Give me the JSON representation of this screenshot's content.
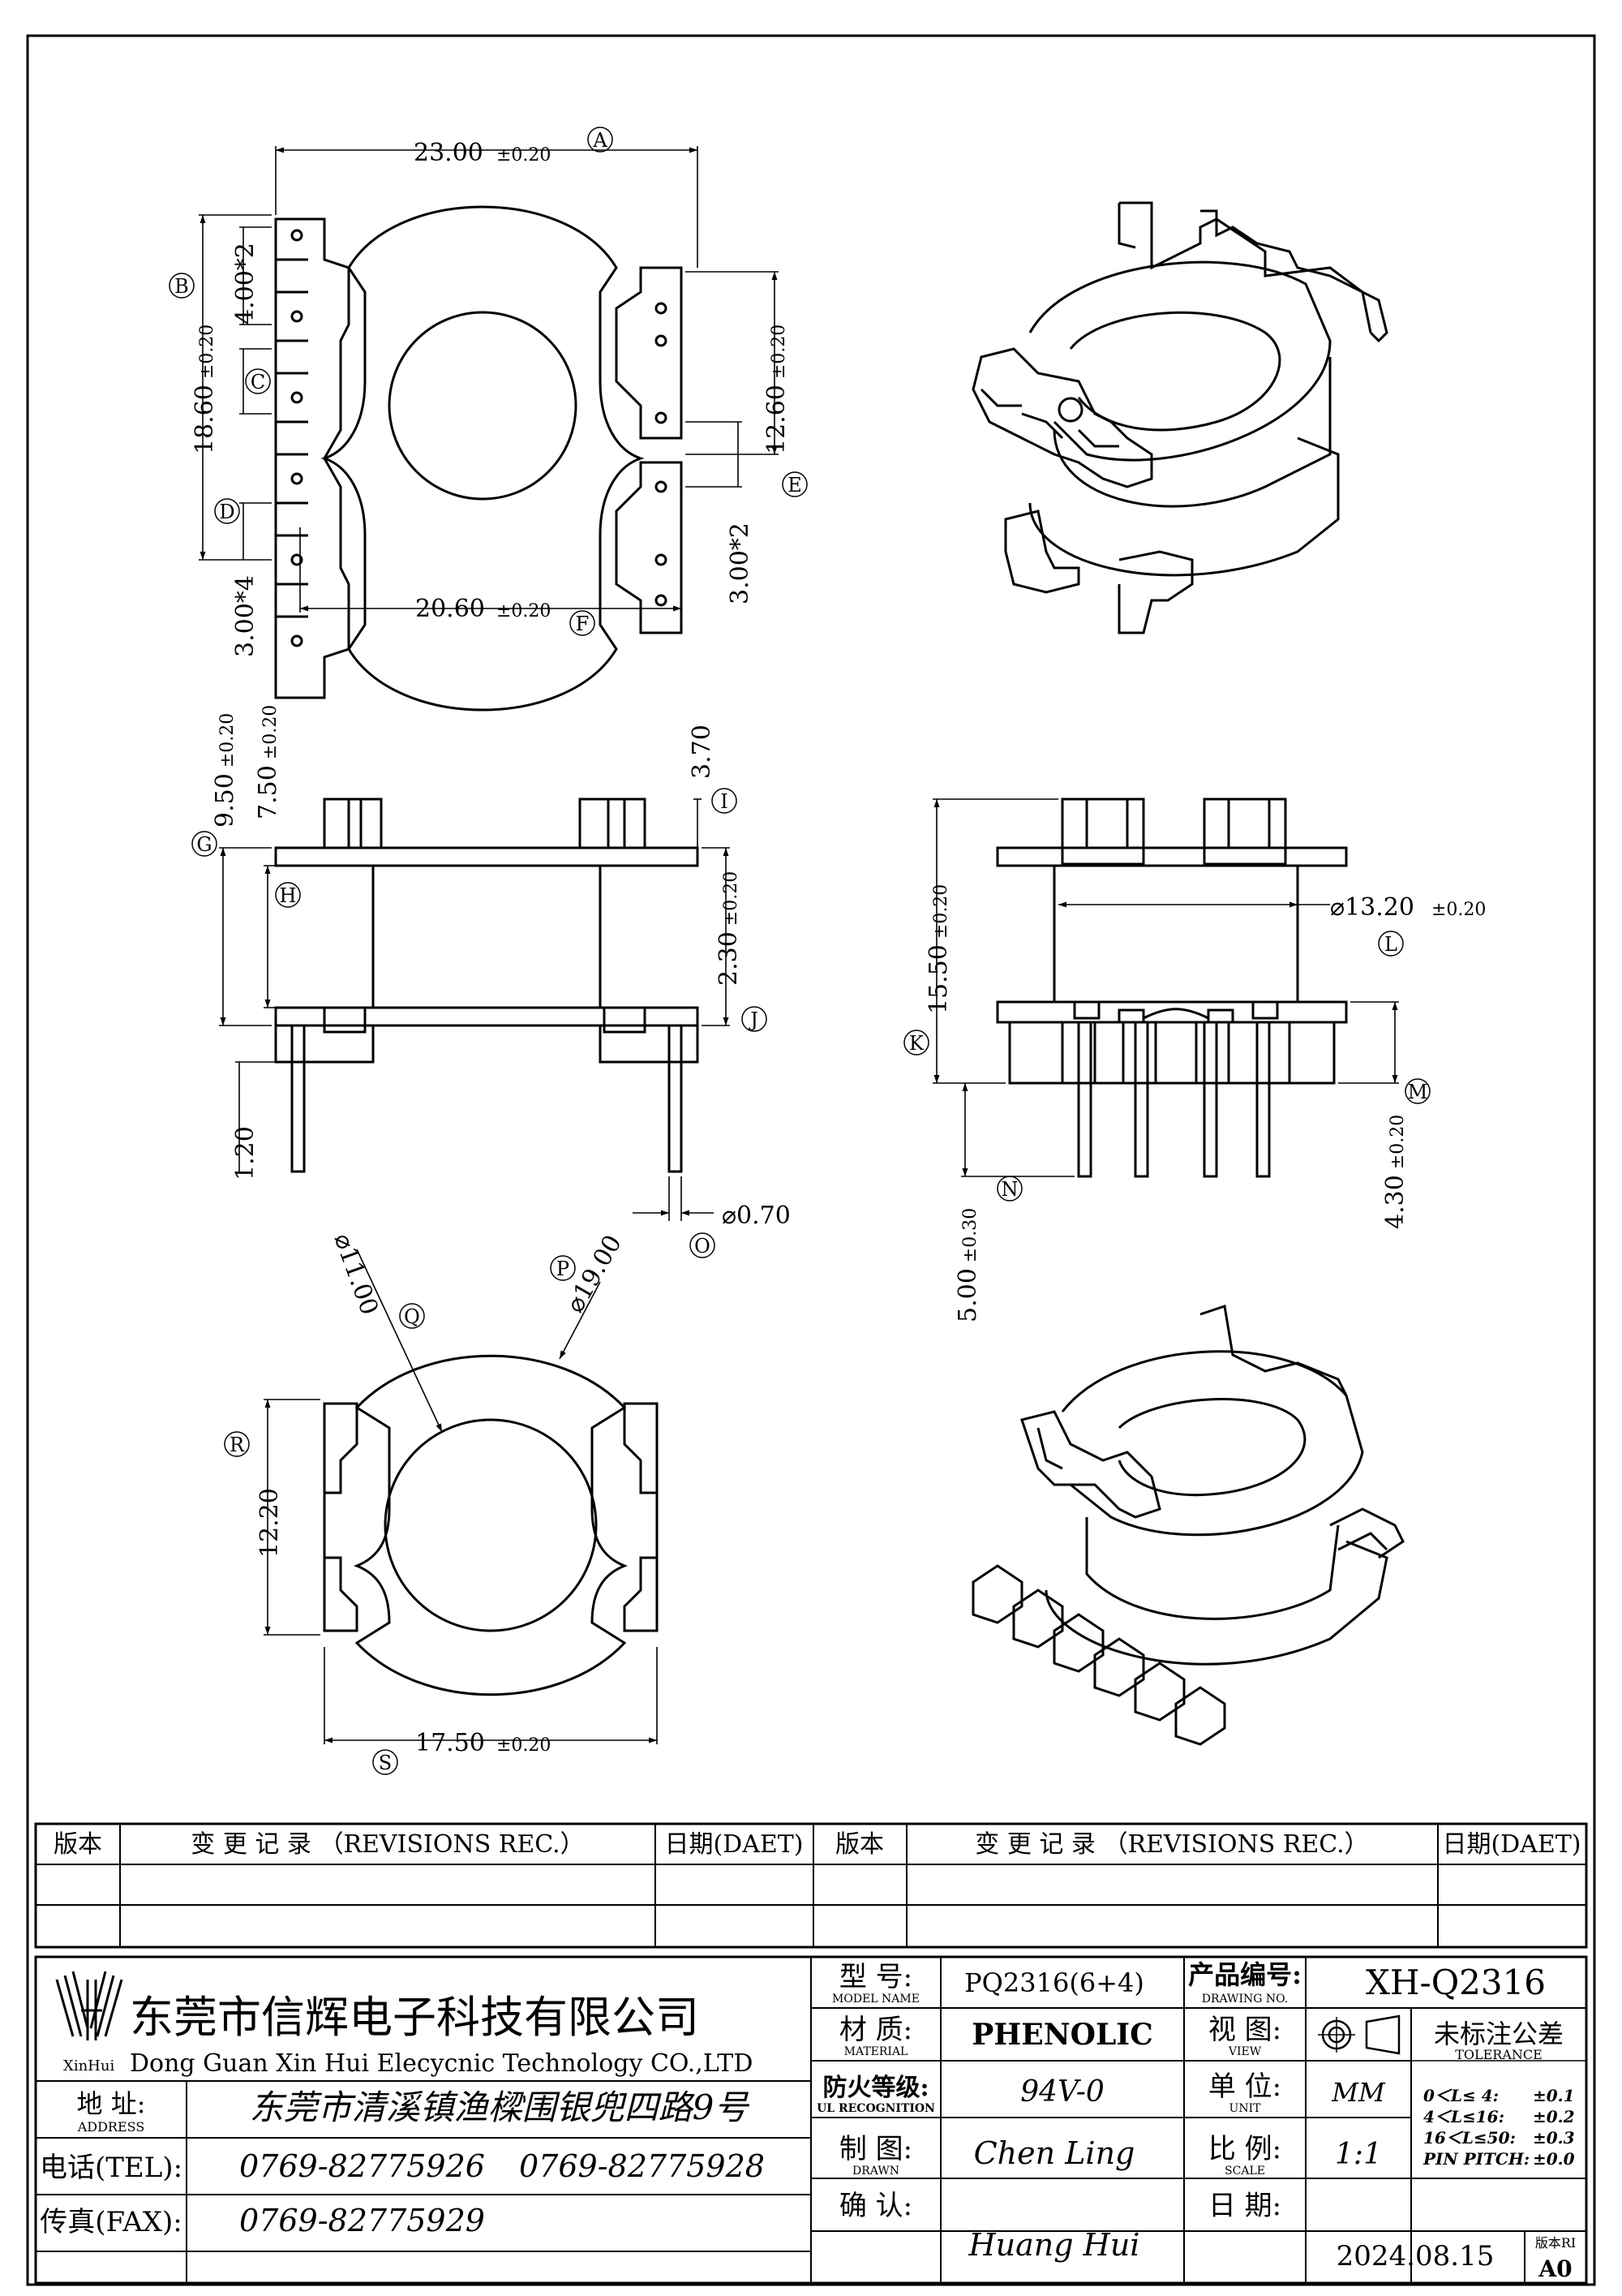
{
  "dimensions": {
    "A": {
      "letter": "A",
      "text": "23.00",
      "tol": "±0.20"
    },
    "B": {
      "letter": "B",
      "text": "18.60",
      "tol": "±0.20"
    },
    "B_pitch": {
      "text": "4.00*2"
    },
    "C": {
      "letter": "C"
    },
    "D": {
      "letter": "D",
      "text": "3.00*4"
    },
    "E": {
      "letter": "E",
      "text": "12.60",
      "tol": "±0.20",
      "pitch": "3.00*2"
    },
    "F": {
      "letter": "F",
      "text": "20.60",
      "tol": "±0.20"
    },
    "G": {
      "letter": "G",
      "text": "9.50",
      "tol": "±0.20"
    },
    "H": {
      "letter": "H",
      "text": "7.50",
      "tol": "±0.20"
    },
    "I": {
      "letter": "I",
      "text": "3.70"
    },
    "J": {
      "letter": "J",
      "text": "2.30",
      "tol": "±0.20"
    },
    "pin_len": {
      "text": "1.20"
    },
    "O": {
      "letter": "O",
      "text": "⌀0.70"
    },
    "K": {
      "letter": "K",
      "text": "15.50",
      "tol": "±0.20"
    },
    "L": {
      "letter": "L",
      "text": "⌀13.20",
      "tol": "±0.20"
    },
    "M": {
      "letter": "M",
      "text": "4.30",
      "tol": "±0.20"
    },
    "N": {
      "letter": "N",
      "text": "5.00",
      "tol": "±0.30"
    },
    "P": {
      "letter": "P",
      "text": "⌀19.00"
    },
    "Q": {
      "letter": "Q",
      "text": "⌀11.00"
    },
    "R": {
      "letter": "R",
      "text": "12.20"
    },
    "S": {
      "letter": "S",
      "text": "17.50",
      "tol": "±0.20"
    }
  },
  "revisions": {
    "col_version": "版本",
    "col_changes": "变 更 记 录 （REVISIONS REC.）",
    "col_date": "日期(DAET)"
  },
  "title_block": {
    "company_cn": "东莞市信辉电子科技有限公司",
    "company_en": "Dong Guan Xin Hui Elecycnic Technology CO.,LTD",
    "logo_text": "XinHui",
    "address_label": "地  址:",
    "address_label_en": "ADDRESS",
    "address": "东莞市清溪镇渔樑围银兜四路9号",
    "tel_label": "电话(TEL):",
    "tel1": "0769-82775926",
    "tel2": "0769-82775928",
    "fax_label": "传真(FAX):",
    "fax": "0769-82775929",
    "model_label": "型  号:",
    "model_label_en": "MODEL NAME",
    "model": "PQ2316(6+4)",
    "material_label": "材  质:",
    "material_label_en": "MATERIAL",
    "material": "PHENOLIC",
    "fire_label": "防火等级:",
    "fire_label_en": "UL RECOGNITION",
    "fire": "94V-0",
    "drawn_label": "制  图:",
    "drawn_label_en": "DRAWN",
    "drawn": "Chen Ling",
    "confirm_label": "确  认:",
    "confirm": "Huang Hui",
    "drawing_no_label": "产品编号:",
    "drawing_no_label_en": "DRAWING NO.",
    "drawing_no": "XH-Q2316",
    "view_label": "视  图:",
    "view_label_en": "VIEW",
    "unit_label": "单  位:",
    "unit_label_en": "UNIT",
    "unit": "MM",
    "scale_label": "比  例:",
    "scale_label_en": "SCALE",
    "scale": "1:1",
    "date_label": "日  期:",
    "date": "2024.08.15",
    "version_label": "版本RI",
    "version": "A0",
    "tolerance_title": "未标注公差",
    "tolerance_title_en": "TOLERANCE",
    "tolerances": [
      {
        "range": "0＜L≤ 4:",
        "value": "±0.1"
      },
      {
        "range": "4＜L≤16:",
        "value": "±0.2"
      },
      {
        "range": "16＜L≤50:",
        "value": "±0.3"
      },
      {
        "range": "PIN PITCH:",
        "value": "±0.0"
      }
    ]
  }
}
